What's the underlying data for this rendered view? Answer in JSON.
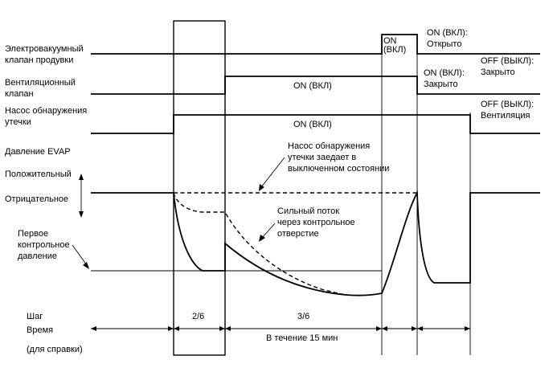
{
  "rows": {
    "purge_valve": [
      "Электровакуумный",
      "клапан продувки"
    ],
    "vent_valve": [
      "Вентиляционный",
      "клапан"
    ],
    "pump": [
      "Насос обнаружения",
      "утечки"
    ],
    "evap_pressure": "Давление EVAP",
    "positive": "Положительный",
    "negative": "Отрицательное",
    "first_ref": [
      "Первое",
      "контрольное",
      "давление"
    ]
  },
  "states": {
    "purge_on_box": [
      "ON",
      "(ВКЛ)"
    ],
    "purge_on_open": [
      "ON (ВКЛ):",
      "Открыто"
    ],
    "vent_on_mid": "ON (ВКЛ)",
    "vent_on_closed": [
      "ON (ВКЛ):",
      "Закрыто"
    ],
    "purge_off_closed": [
      "OFF (ВЫКЛ):",
      "Закрыто"
    ],
    "pump_on_mid": "ON (ВКЛ)",
    "pump_off_vent": [
      "OFF (ВЫКЛ):",
      "Вентиляция"
    ]
  },
  "notes": {
    "stuck_off": [
      "Насос обнаружения",
      "утечки заедает в",
      "выключенном состоянии"
    ],
    "high_flow": [
      "Сильный поток",
      "через контрольное",
      "отверстие"
    ]
  },
  "footer": {
    "step_label": "Шаг",
    "step_a": "2/6",
    "step_b": "3/6",
    "time_label": "Время",
    "during": "В течение 15 мин",
    "reference": "(для справки)"
  }
}
